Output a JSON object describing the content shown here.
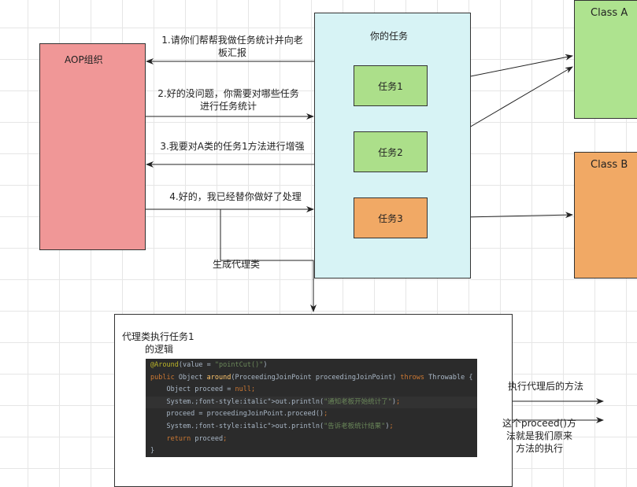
{
  "aop_label": "AOP组织",
  "tasks_container_label": "你的任务",
  "tasks": [
    "任务1",
    "任务2",
    "任务3"
  ],
  "classes": [
    "Class A",
    "Class B"
  ],
  "messages": [
    {
      "line1": "1.请你们帮帮我做任务统计并向老",
      "line2": "板汇报"
    },
    {
      "line1": "2.好的没问题，你需要对哪些任务",
      "line2": "进行任务统计"
    },
    {
      "line1": "3.我要对A类的任务1方法进行增强",
      "line2": ""
    },
    {
      "line1": "4.好的，我已经替你做好了处理",
      "line2": ""
    }
  ],
  "generate_proxy_label": "生成代理类",
  "proxy_box": {
    "line1": "代理类执行任务1",
    "line2": "的逻辑"
  },
  "code_lines": [
    "@Around(value = \"pointCut()\")",
    "public Object around(ProceedingJoinPoint proceedingJoinPoint) throws Throwable {",
    "    Object proceed = null;",
    "    System.out.println(\"通知老板开始统计了\");",
    "    proceed = proceedingJoinPoint.proceed();",
    "    System.out.println(\"告诉老板统计结果\");",
    "    return proceed;",
    "}"
  ],
  "right_notes": {
    "execute_after": "执行代理后的方法",
    "proceed_note_l1": "这个proceed()方",
    "proceed_note_l2": "法就是我们原来",
    "proceed_note_l3": "方法的执行"
  },
  "colors": {
    "aop": "#f09797",
    "tasks_bg": "#d7f3f5",
    "green": "#acdf8a",
    "orange": "#f1a965",
    "code_bg": "#2b2b2b"
  }
}
